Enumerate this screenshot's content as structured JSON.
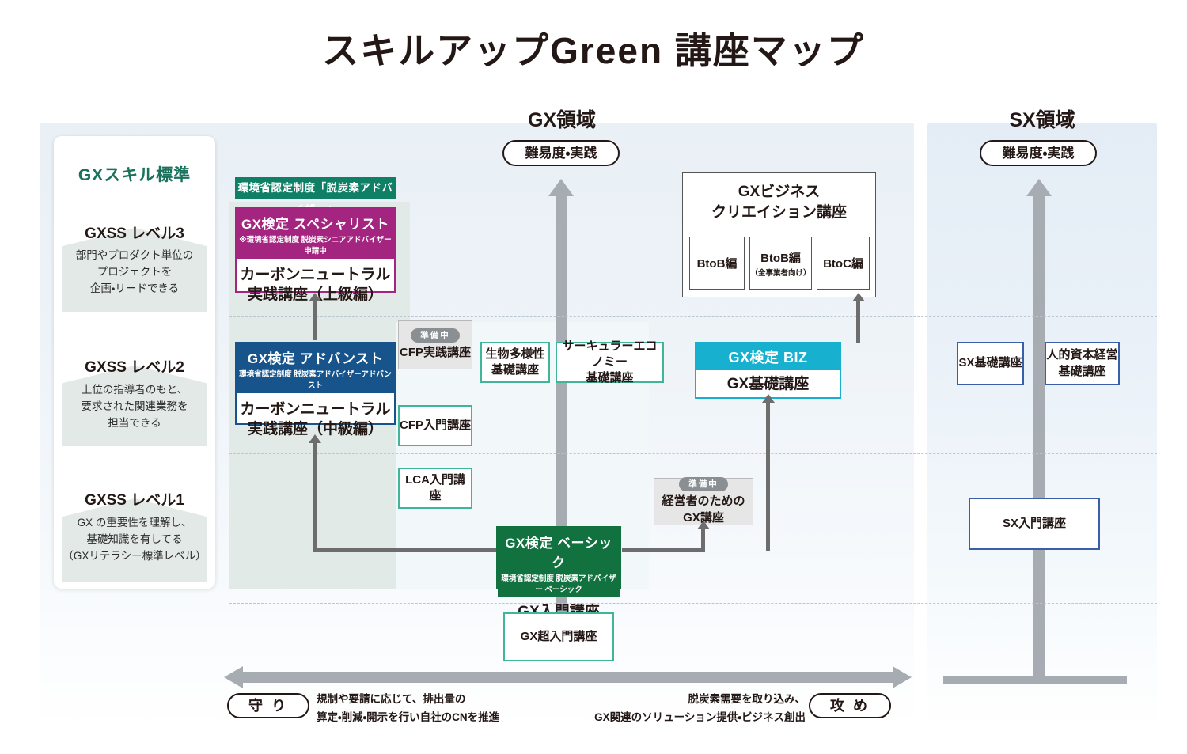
{
  "title": "スキルアップGreen 講座マップ",
  "regions": {
    "gx": {
      "title": "GX領域",
      "axis_pill": "難易度・実践"
    },
    "sx": {
      "title": "SX領域",
      "axis_pill": "難易度・実践"
    }
  },
  "skill_standard": {
    "title": "GXスキル標準",
    "levels": [
      {
        "name": "GXSS レベル3",
        "desc": "部門やプロダクト単位の\nプロジェクトを\n企画・リードできる"
      },
      {
        "name": "GXSS レベル2",
        "desc": "上位の指導者のもと、\n要求された関連業務を\n担当できる"
      },
      {
        "name": "GXSS レベル1",
        "desc": "GX の重要性を理解し、\n基礎知識を有してる\n（GXリテラシー標準レベル）"
      }
    ]
  },
  "ministry_ribbon": "環境省認定制度「脱炭素アドバイザー」",
  "certifications": [
    {
      "id": "specialist",
      "head_title": "GX検定 スペシャリスト",
      "head_sub": "※環境省認定制度 脱炭素シニアアドバイザー 申請中",
      "body": "カーボンニュートラル\n実践講座（上級編）",
      "color": "#a3257f"
    },
    {
      "id": "advanced",
      "head_title": "GX検定 アドバンスト",
      "head_sub": "環境省認定制度 脱炭素アドバイザーアドバンスト",
      "body": "カーボンニュートラル\n実践講座（中級編）",
      "color": "#17548c"
    },
    {
      "id": "basic",
      "head_title": "GX検定 ベーシック",
      "head_sub": "環境省認定制度 脱炭素アドバイザー ベーシック",
      "body": "GX入門講座",
      "color": "#11713f"
    },
    {
      "id": "biz",
      "head_title": "GX検定 BIZ",
      "head_sub": "",
      "body": "GX基礎講座",
      "color": "#17b0cf"
    }
  ],
  "courses": {
    "cfp_practice": {
      "badge": "準備中",
      "label": "CFP実践講座"
    },
    "cfp_intro": {
      "label": "CFP入門講座"
    },
    "lca_intro": {
      "label": "LCA入門講座"
    },
    "biodiversity": {
      "label": "生物多様性\n基礎講座"
    },
    "circular": {
      "label": "サーキュラーエコノミー\n基礎講座"
    },
    "executive_gx": {
      "badge": "準備中",
      "label": "経営者のための\nGX講座"
    },
    "gx_super_intro": {
      "label": "GX超入門講座"
    },
    "sx_basic": {
      "label": "SX基礎講座"
    },
    "sx_human_capital": {
      "label": "人的資本経営\n基礎講座"
    },
    "sx_intro": {
      "label": "SX入門講座"
    }
  },
  "gx_business": {
    "title": "GXビジネス\nクリエイション講座",
    "editions": [
      {
        "name": "BtoB編",
        "note": ""
      },
      {
        "name": "BtoB編",
        "note": "（全事業者向け）"
      },
      {
        "name": "BtoC編",
        "note": ""
      }
    ]
  },
  "bottom_axis": {
    "left_pill": "守 り",
    "right_pill": "攻 め",
    "left_note": "規制や要請に応じて、排出量の\n算定・削減・開示を行い自社のCNを推進",
    "right_note": "脱炭素需要を取り込み、\nGX関連のソリューション提供・ビジネス創出"
  },
  "colors": {
    "green_accent": "#18725c",
    "teal_border": "#3fb59a",
    "magenta": "#a3257f",
    "navy": "#17548c",
    "cyan": "#17b0cf",
    "dark_green": "#11713f",
    "blue_border": "#3a5ea8",
    "arrow_gray": "#a6acb2"
  }
}
